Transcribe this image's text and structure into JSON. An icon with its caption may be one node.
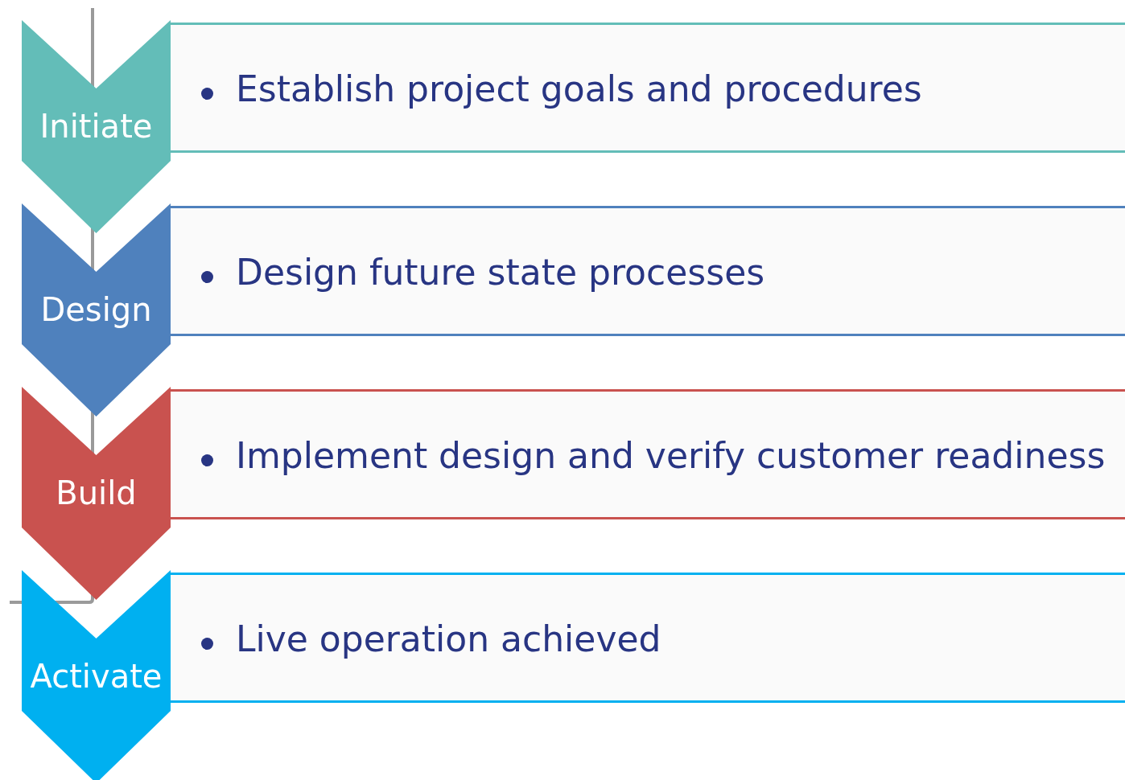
{
  "diagram": {
    "nodes": [
      {
        "text": [
          "Initiate"
        ]
      },
      {
        "text": [
          "Establish project goals and procedures"
        ]
      },
      {
        "text": [
          "Design"
        ]
      },
      {
        "text": [
          "Design future state processes"
        ]
      },
      {
        "text": [
          "Build"
        ]
      },
      {
        "text": [
          "Implement design and verify customer readiness"
        ]
      },
      {
        "text": [
          "Activate"
        ]
      },
      {
        "text": [
          "Live operation achieved"
        ]
      }
    ]
  }
}
